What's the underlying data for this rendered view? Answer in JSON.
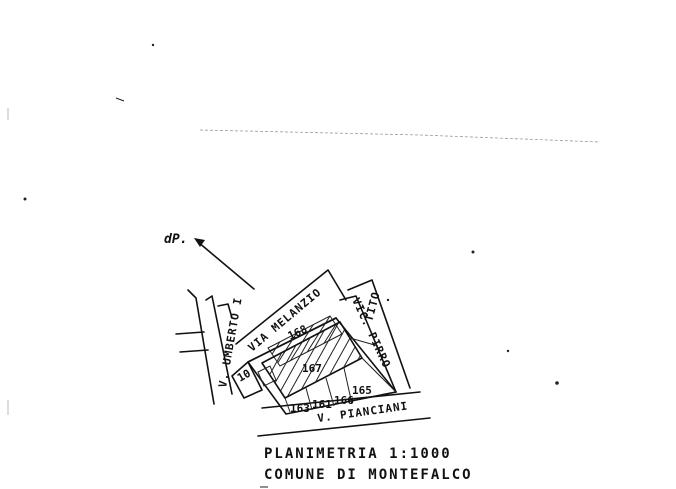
{
  "north_label": "dP.",
  "streets": {
    "via_melanzio": "VIA MELANZIO",
    "v_umberto": "V. UMBERTO I",
    "vic_pirro": "VIC. PIRRO",
    "tito": "TITO",
    "v_pianciani": "V. PIANCIANI"
  },
  "parcels": {
    "p1": "10",
    "p2": "168",
    "p3": "167",
    "p4": "165",
    "p5": "166",
    "p6": "161",
    "p7": "163"
  },
  "caption": {
    "line1": "PLANIMETRIA 1:1000",
    "line2": "COMUNE DI MONTEFALCO"
  },
  "colors": {
    "ink": "#111111",
    "paper": "#ffffff"
  }
}
